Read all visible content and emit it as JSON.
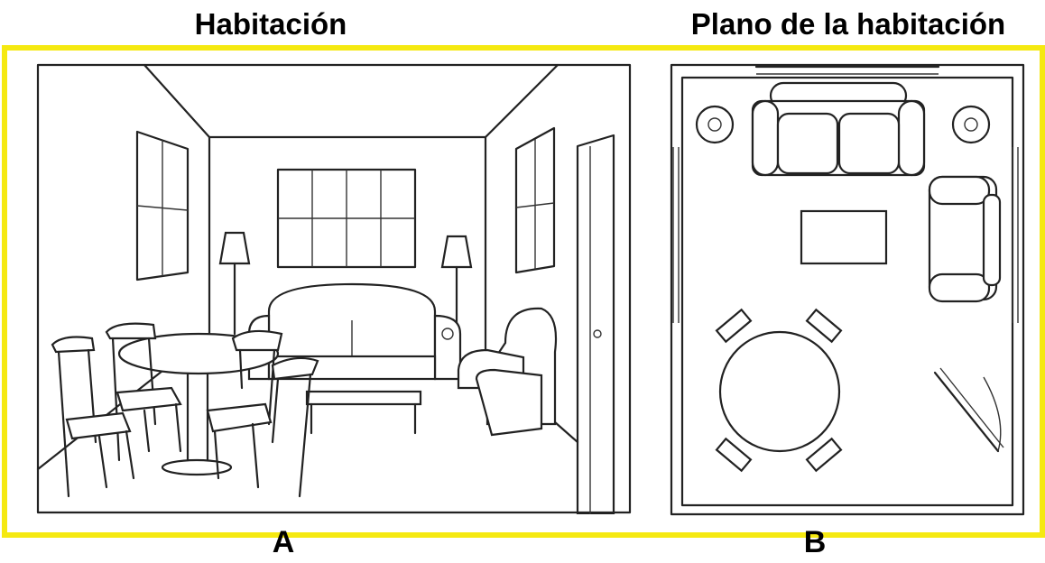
{
  "titles": {
    "left": "Habitación",
    "right": "Plano de la habitación"
  },
  "labels": {
    "left": "A",
    "right": "B"
  },
  "colors": {
    "frame": "#f5e911",
    "line": "#222222",
    "background": "#ffffff"
  }
}
